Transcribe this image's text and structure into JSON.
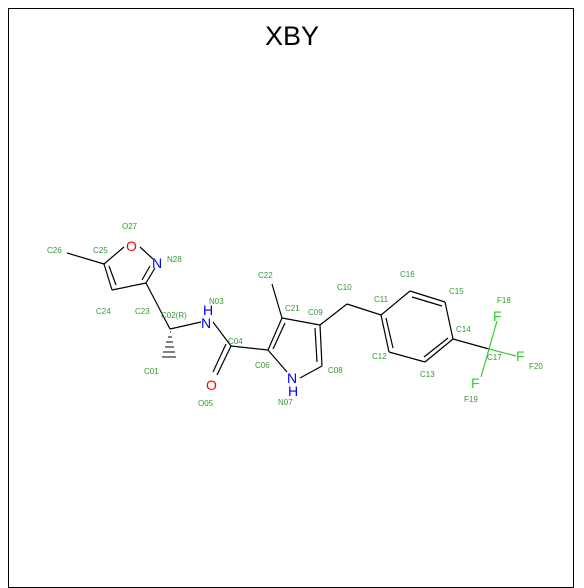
{
  "title": "XBY",
  "colors": {
    "bond": "#000000",
    "carbon_label": "#339933",
    "oxygen": "#ff0000",
    "nitrogen": "#0000ff",
    "fluorine": "#33cc33"
  },
  "atoms": {
    "O27": "O",
    "N28": "N",
    "N03": "H",
    "N03b": "N",
    "O05": "O",
    "N07": "N",
    "N07h": "H",
    "F18": "F",
    "F19": "F",
    "F20": "F"
  },
  "labels": {
    "C26": "C26",
    "C25": "C25",
    "O27": "O27",
    "N28": "N28",
    "C24": "C24",
    "C23": "C23",
    "C02": "C02(R)",
    "N03": "N03",
    "C04": "C04",
    "C01": "C01",
    "O05": "O05",
    "C22": "C22",
    "C21": "C21",
    "C09": "C09",
    "C06": "C06",
    "N07": "N07",
    "C08": "C08",
    "C10": "C10",
    "C11": "C11",
    "C16": "C16",
    "C15": "C15",
    "C14": "C14",
    "C12": "C12",
    "C13": "C13",
    "C17": "C17",
    "F18": "F18",
    "F19": "F19",
    "F20": "F20"
  }
}
